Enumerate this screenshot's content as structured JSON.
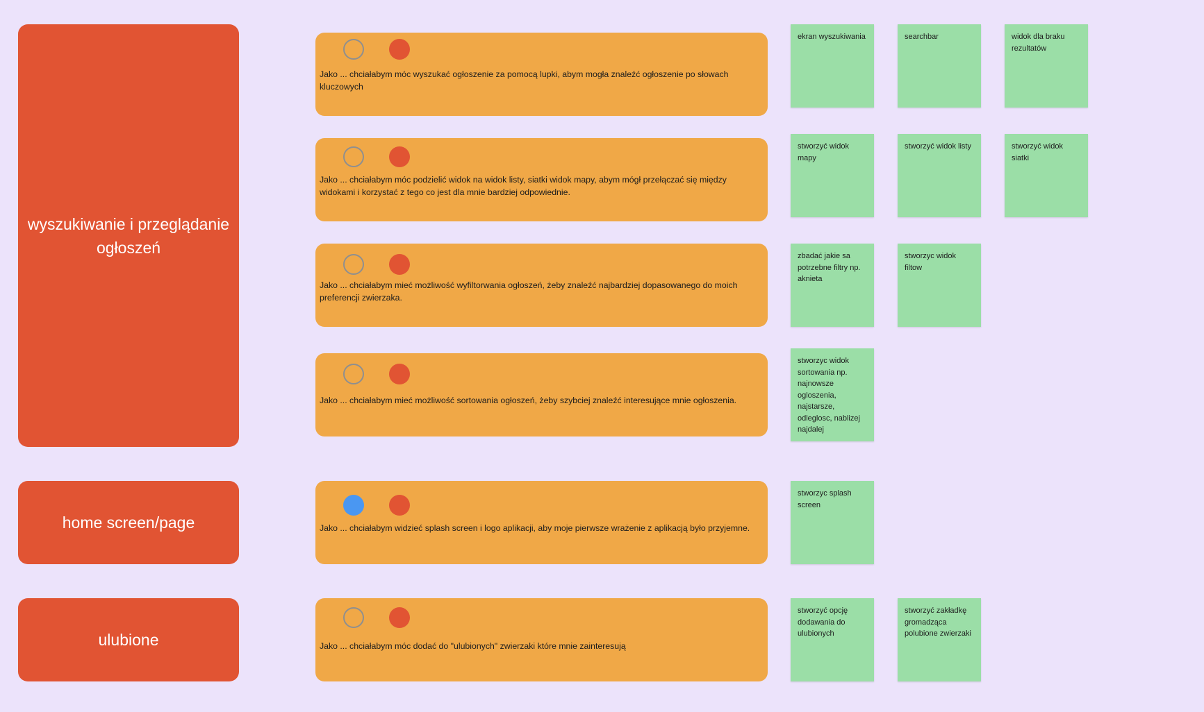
{
  "epics": [
    {
      "label": "wyszukiwanie i przeglądanie ogłoszeń"
    },
    {
      "label": "home screen/page"
    },
    {
      "label": "ulubione"
    }
  ],
  "stories": [
    {
      "text": "Jako ... chciałabym móc wyszukać ogłoszenie za pomocą lupki, abym mogła znaleźć ogłoszenie po słowach kluczowych",
      "first_dot": "empty",
      "second_dot": "red"
    },
    {
      "text": "Jako ... chciałabym móc podzielić widok na widok listy, siatki  widok mapy, abym mógł przełączać się między widokami i korzystać z tego co jest dla mnie bardziej odpowiednie.",
      "first_dot": "empty",
      "second_dot": "red"
    },
    {
      "text": "Jako ... chciałabym mieć możliwość wyfiltorwania ogłoszeń, żeby znaleźć najbardziej dopasowanego do moich preferencji zwierzaka.",
      "first_dot": "empty",
      "second_dot": "red"
    },
    {
      "text": "Jako ... chciałabym mieć możliwość sortowania ogłoszeń, żeby szybciej znaleźć interesujące mnie ogłoszenia.",
      "first_dot": "empty",
      "second_dot": "red"
    },
    {
      "text": "Jako ... chciałabym widzieć splash screen i logo aplikacji, aby moje pierwsze wrażenie z aplikacją było przyjemne.",
      "first_dot": "blue",
      "second_dot": "red"
    },
    {
      "text": "Jako ... chciałabym móc dodać do \"ulubionych\" zwierzaki które mnie zainteresują",
      "first_dot": "empty",
      "second_dot": "red"
    }
  ],
  "notes": {
    "row1": [
      "ekran wyszukiwania",
      "searchbar",
      "widok dla braku rezultatów"
    ],
    "row2": [
      "stworzyć widok mapy",
      "stworzyć widok listy",
      "stworzyć widok siatki"
    ],
    "row3": [
      "zbadać jakie sa potrzebne filtry np. aknieta",
      "stworzyc widok filtow"
    ],
    "row4": [
      "stworzyc widok sortowania np. najnowsze ogloszenia, najstarsze, odleglosc, nablizej najdalej"
    ],
    "row5": [
      "stworzyc splash screen"
    ],
    "row6": [
      "stworzyć opcję dodawania do ulubionych",
      "stworzyć zakładkę gromadząca polubione zwierzaki"
    ]
  },
  "colors": {
    "background": "#ece3fb",
    "epic": "#e15433",
    "story": "#f0a847",
    "note": "#9bdea7",
    "dot_red": "#e15433",
    "dot_blue": "#4a97f2",
    "dot_empty_border": "#8f8f8f"
  }
}
